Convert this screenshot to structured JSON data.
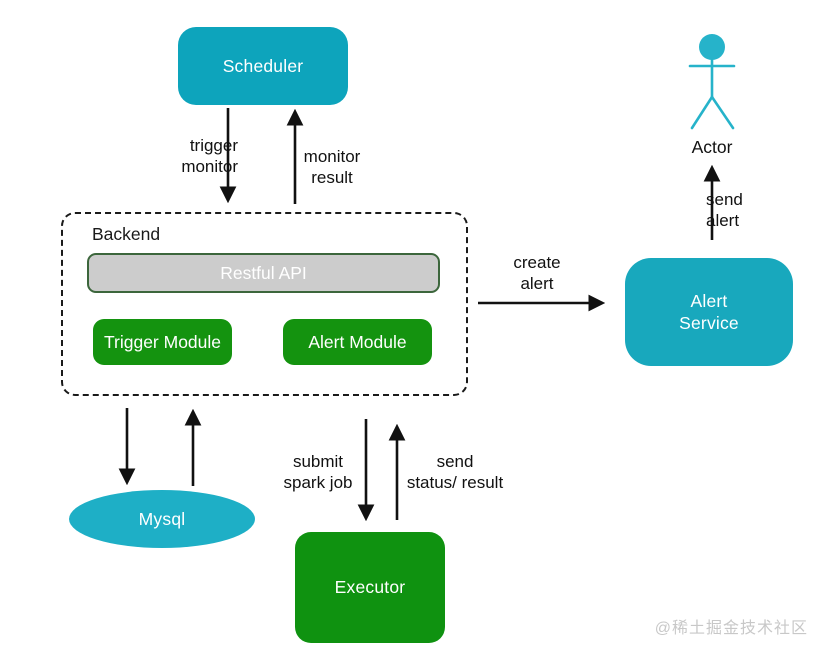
{
  "nodes": {
    "scheduler": {
      "label": "Scheduler"
    },
    "backend": {
      "label": "Backend"
    },
    "restful_api": {
      "label": "Restful API"
    },
    "trigger_module": {
      "label": "Trigger Module"
    },
    "alert_module": {
      "label": "Alert Module"
    },
    "alert_service": {
      "line1": "Alert",
      "line2": "Service"
    },
    "actor": {
      "label": "Actor"
    },
    "mysql": {
      "label": "Mysql"
    },
    "executor": {
      "label": "Executor"
    }
  },
  "edges": {
    "trigger_monitor": {
      "line1": "trigger",
      "line2": "monitor"
    },
    "monitor_result": {
      "line1": "monitor",
      "line2": "result"
    },
    "create_alert": {
      "line1": "create",
      "line2": "alert"
    },
    "send_alert": {
      "line1": "send",
      "line2": "alert"
    },
    "submit_spark_job": {
      "line1": "submit",
      "line2": "spark job"
    },
    "send_status_result": {
      "line1": "send",
      "line2": "status/ result"
    }
  },
  "colors": {
    "scheduler_teal": "#0da4bc",
    "alert_service_teal": "#18a8bd",
    "mysql_teal": "#1eafc6",
    "actor_teal": "#26b3ca",
    "module_green": "#14930f",
    "executor_green": "#0f9210",
    "api_gray_fill": "#cccccc",
    "api_border_green": "#3c663c",
    "arrow_black": "#111111",
    "watermark_gray": "#c8c8c8"
  },
  "watermark": "@稀土掘金技术社区"
}
